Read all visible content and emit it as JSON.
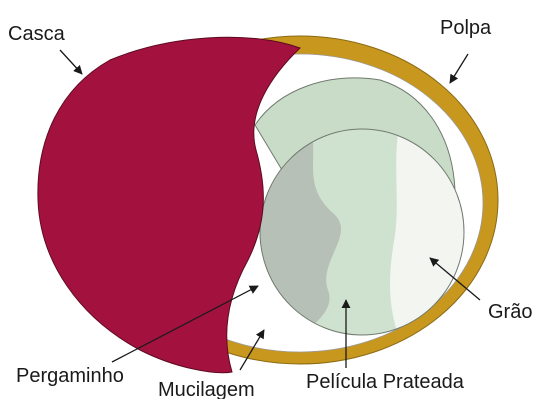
{
  "labels": {
    "casca": "Casca",
    "polpa": "Polpa",
    "grao": "Grão",
    "pergaminho": "Pergaminho",
    "mucilagem": "Mucilagem",
    "pelicula": "Película Prateada"
  },
  "colors": {
    "casca": "#a3123e",
    "polpa": "#c8971e",
    "mucilagem": "#ffffff",
    "pergaminho": "#c9dcc8",
    "pelicula_dark": "#b6c0b7",
    "pelicula_light": "#cfe2cf",
    "grao": "#f3f5f1",
    "outline": "#6f7a6f",
    "text": "#1a1a1a"
  }
}
